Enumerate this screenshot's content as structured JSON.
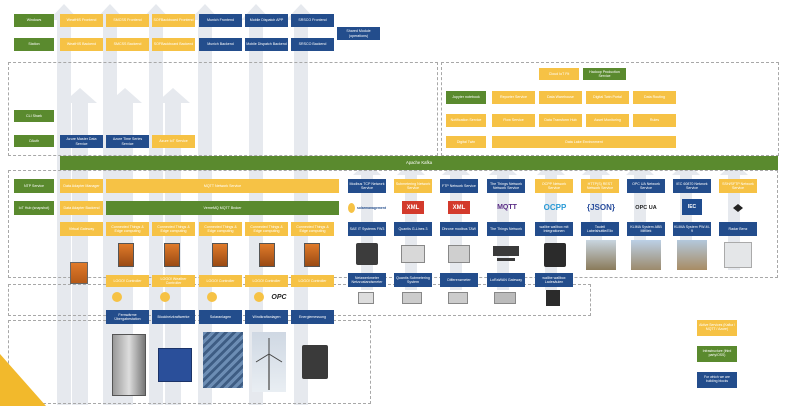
{
  "colors": {
    "orange": "#f6c245",
    "green": "#5a8a2e",
    "blue": "#234d8c",
    "region_border": "#a8a8a8",
    "arrow": "#e6e9ee",
    "accent": "#f2b92c"
  },
  "top_rows": {
    "row1": [
      "Windows",
      "WeatHIS Frontend",
      "SMCSS Frontend",
      "SOFBackboard Frontend",
      "Munich Frontend",
      "Mobile Dispatch APP",
      "SRSCO Frontend"
    ],
    "row2": [
      "Station",
      "WeatHIS Backend",
      "SMCSS Backend",
      "SOFBackboard Backend",
      "Munich Backend",
      "Mobile Dispatch Backend",
      "SRSCO Backend"
    ],
    "extra": "Shared Module (operations)"
  },
  "mid_left": {
    "green": [
      "CLI Shark",
      "OAuth"
    ],
    "blue": [
      "Azure Master Data Service",
      "Azure Time Series Service"
    ],
    "orange": "Azure IoT Service"
  },
  "right_cluster": {
    "top": [
      "Cloud IoT Fit",
      "Hadoop Production Service"
    ],
    "row1_green": "Jupyter notebook",
    "row1": [
      "Reporter Service",
      "Data Warehouse",
      "Digital Twin Portal",
      "Data Routing"
    ],
    "row2": [
      "Notification Service",
      "Flow Service",
      "Data Transform Hub",
      "Asset Monitoring",
      "Rules"
    ],
    "row3a": "Digital Twin",
    "row3b": "Data Lake Environment"
  },
  "bus": "Apache Kafka",
  "left_services": {
    "green": [
      "NTP Service",
      "IoT Hub (snapshot)"
    ],
    "orange": [
      "Data Adapter Manager",
      "Data Adapter Backend"
    ]
  },
  "mqtt_row": {
    "orange": "MQTT Network Service",
    "green": "VerneMQ MQTT Broker"
  },
  "adapters": [
    "Modbus TCP Network Service",
    "Submetering Network Service",
    "FTP Network Service",
    "The Things Network Network Service",
    "OCPP Network Service",
    "HTTP(S) REST Network Service",
    "OPC UA Network Service",
    "IEC 60870 Network Service",
    "SSH/SFTP Network Service"
  ],
  "logos": [
    "solarmanagement",
    "XML",
    "XML",
    "MQTT",
    "OCPP",
    "{JSON}",
    "OPC UA",
    "IEC",
    "wireless"
  ],
  "device_labels": [
    "SAE IT Systems FW3",
    "Quantis G-Lines 3",
    "Dhrone modbus TAW",
    "The Things Network",
    "wallbe wallbox mit Integrationen",
    "Tauleil Labelshuttle/Elix",
    "KLIMA System ABB Mifiliek",
    "KLIMA System PW-M-9",
    "Radar Benz"
  ],
  "gateways": [
    "Virtual Gateway",
    "Connected Things & Edge computing",
    "Connected Things & Edge computing",
    "Connected Things & Edge computing",
    "Connected Things & Edge computing",
    "Connected Things & Edge computing"
  ],
  "controllers": [
    "LOGO! Controller",
    "LOGO! Weather Controller",
    "LOGO! Controller",
    "LOGO! Controller",
    "LOGO! Controller"
  ],
  "meters": [
    "Netzwerkmeter Netzzustandsmeter",
    "Quantis Submetering System",
    "Differenzmeter",
    "LoRaWAN Gateway",
    "wallbe wallbox Ladesäulen"
  ],
  "bottom_units": [
    "Fernwärme Übergabestation",
    "Blockheizkraftwerke",
    "Solaranlagen",
    "Windkraftanlagen",
    "Energiemessung"
  ],
  "legend": [
    "Aktive Services (Kafka / MQTT / Azure)",
    "Infrastructure (third party/OSS)",
    "For which we are building blocks"
  ]
}
